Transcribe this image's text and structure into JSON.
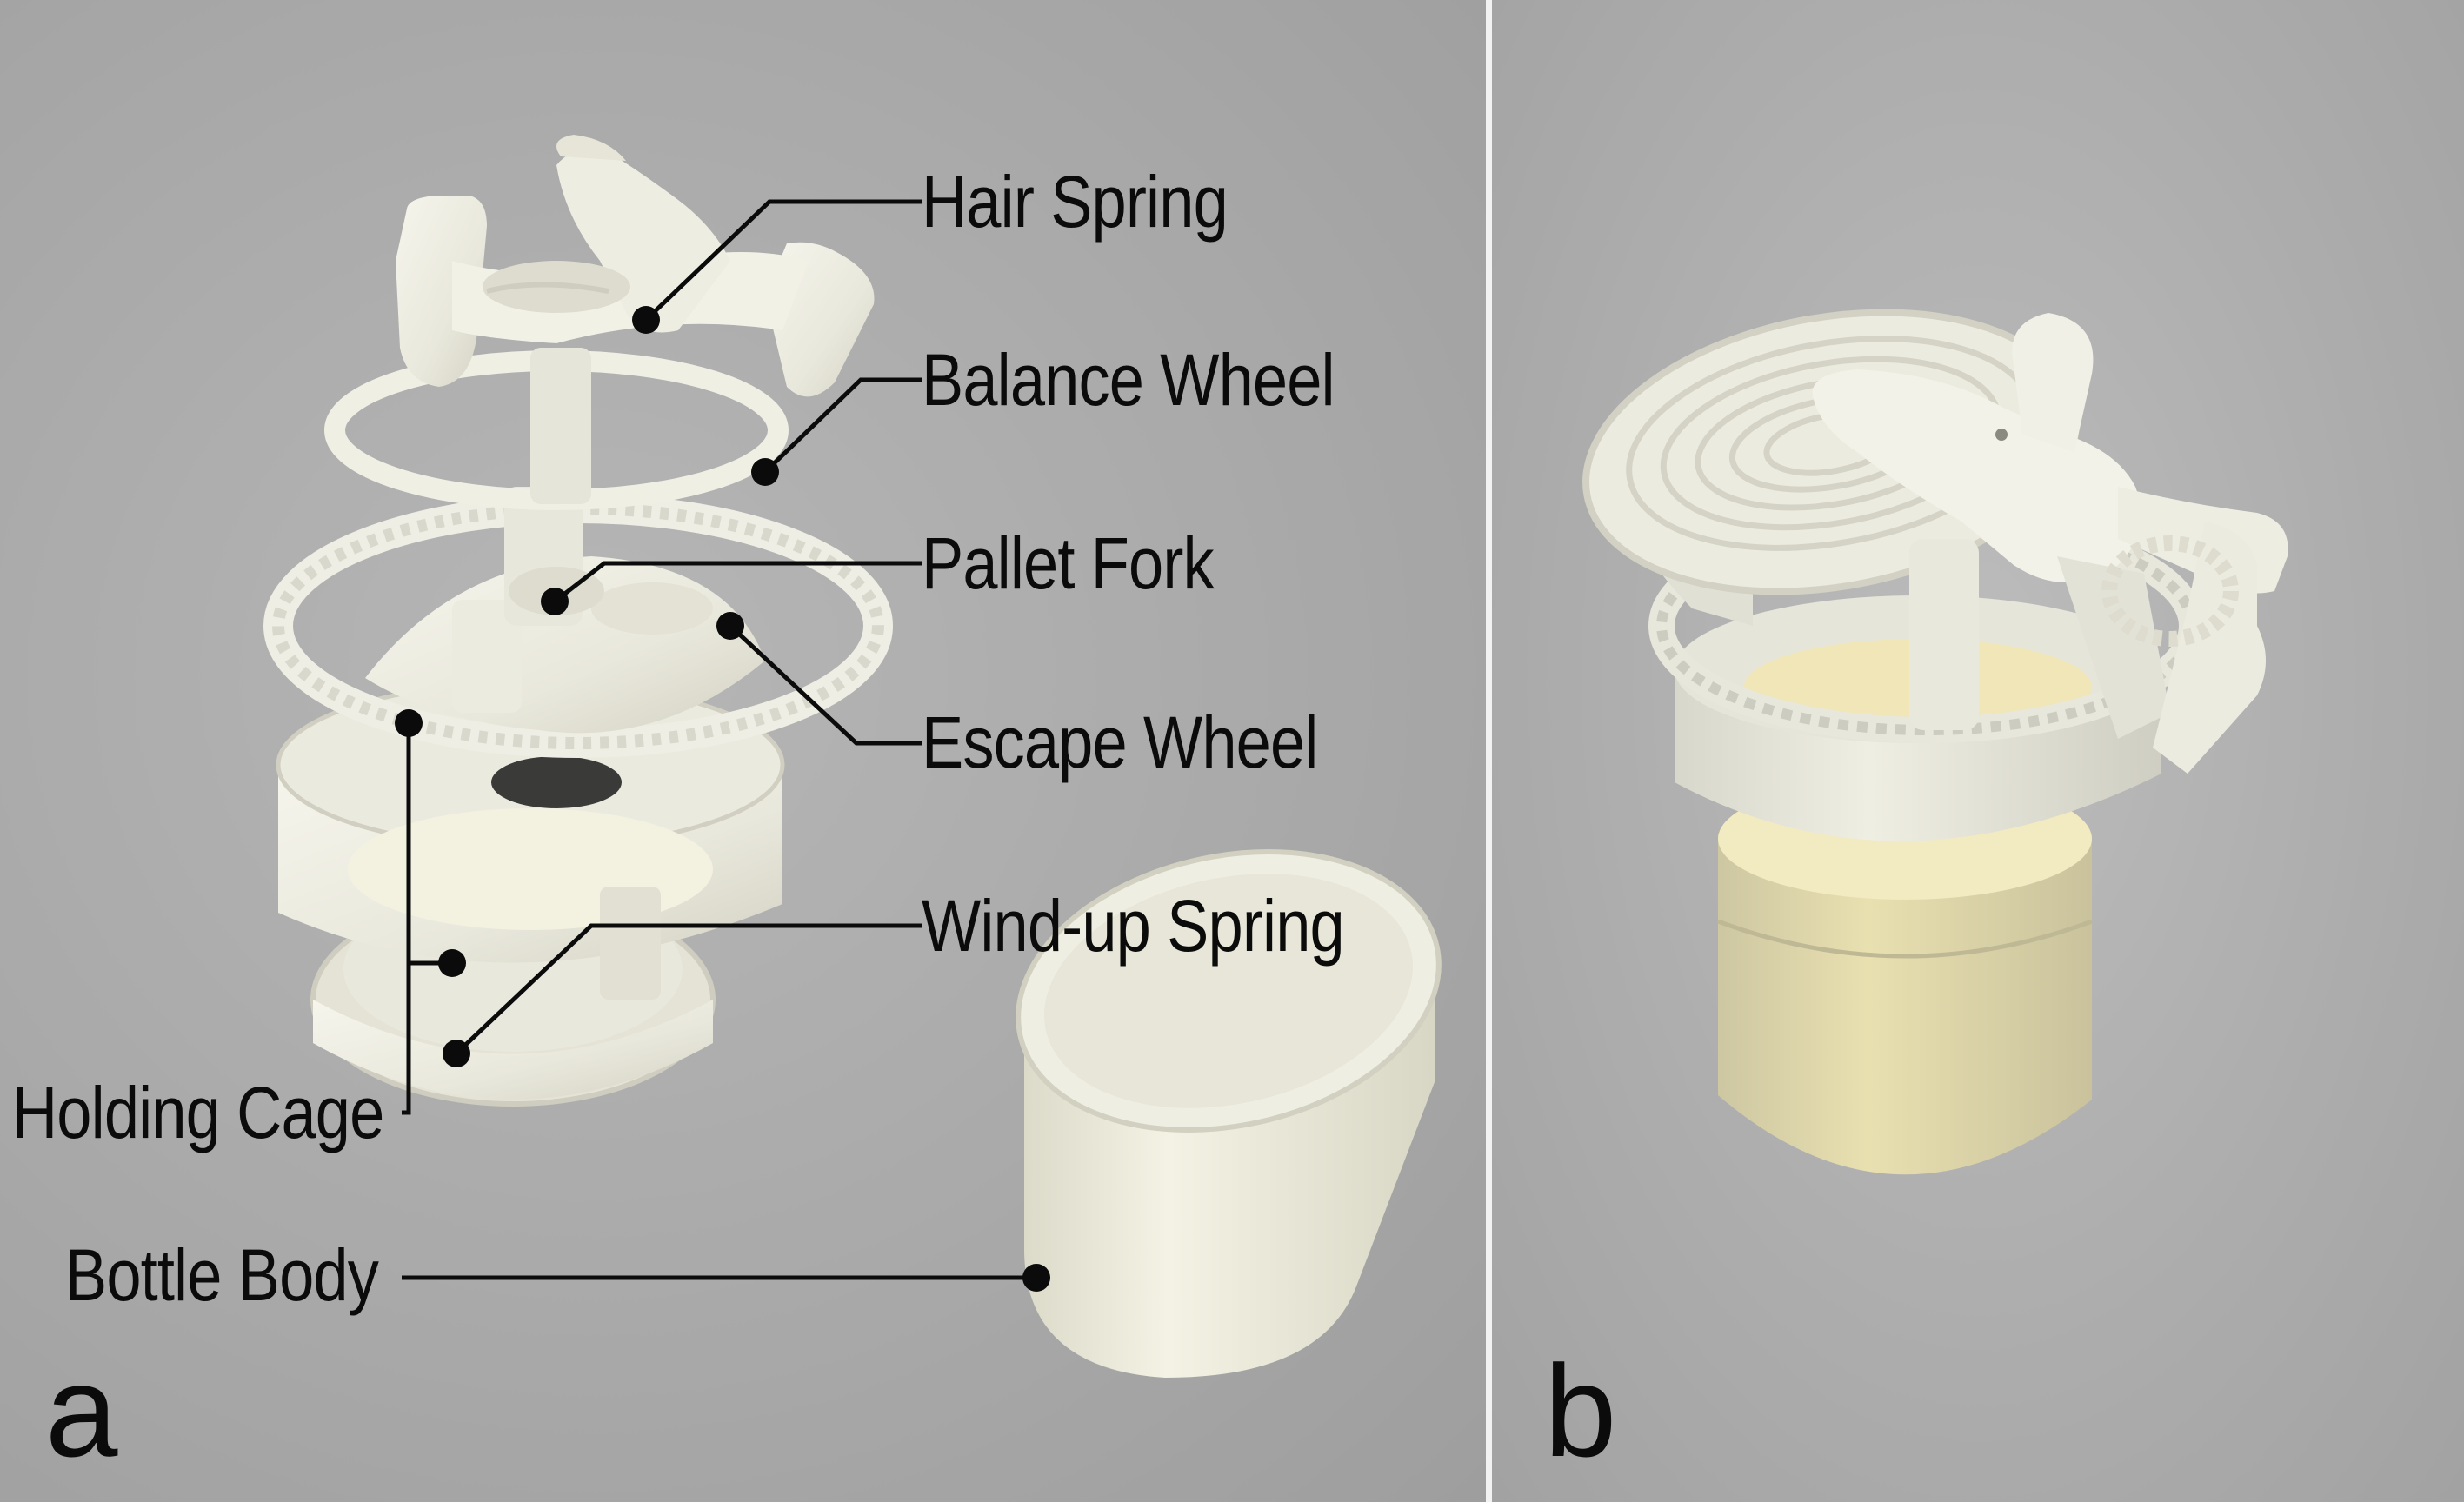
{
  "panels": [
    {
      "letter": "a",
      "callouts": [
        "Hair Spring",
        "Balance Wheel",
        "Pallet Fork",
        "Escape Wheel",
        "Wind-up Spring",
        "Holding Cage",
        "Bottle Body"
      ]
    },
    {
      "letter": "b"
    }
  ],
  "colors": {
    "background": "#aaaaaa",
    "print_part": "#ecebdf",
    "lit_interior": "#e6dcaa",
    "leader_line": "#0b0b0b"
  }
}
